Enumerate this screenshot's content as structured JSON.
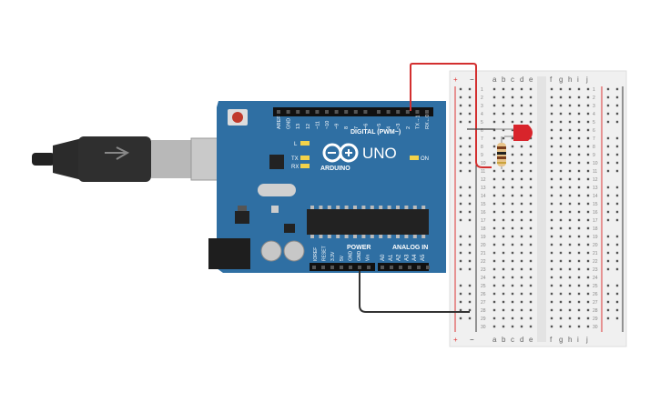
{
  "board": {
    "brand_name": "UNO",
    "brand_logo_text": "ARDUINO",
    "digital_header_label": "DIGITAL (PWM~)",
    "power_label": "POWER",
    "analog_label": "ANALOG IN",
    "on_label": "ON",
    "l_label": "L",
    "tx_label": "TX",
    "rx_label": "RX",
    "digital_pins": [
      "AREF",
      "GND",
      "13",
      "12",
      "~11",
      "~10",
      "~9",
      "8",
      "7",
      "~6",
      "~5",
      "4",
      "~3",
      "2",
      "TX→1",
      "RX←0"
    ],
    "power_pins": [
      "IOREF",
      "RESET",
      "3.3V",
      "5V",
      "GND",
      "GND",
      "Vin"
    ],
    "analog_pins": [
      "A0",
      "A1",
      "A2",
      "A3",
      "A4",
      "A5"
    ]
  },
  "breadboard": {
    "columns_left": [
      "a",
      "b",
      "c",
      "d",
      "e"
    ],
    "columns_right": [
      "f",
      "g",
      "h",
      "i",
      "j"
    ],
    "rail_plus": "+",
    "rail_minus": "−",
    "row_count": 30
  },
  "wires": {
    "signal_color": "#d32f2f",
    "ground_color": "#333333"
  },
  "components": {
    "led_color": "#d8242b",
    "board_color": "#2f6fa3",
    "usb_color": "#2b2b2b"
  }
}
